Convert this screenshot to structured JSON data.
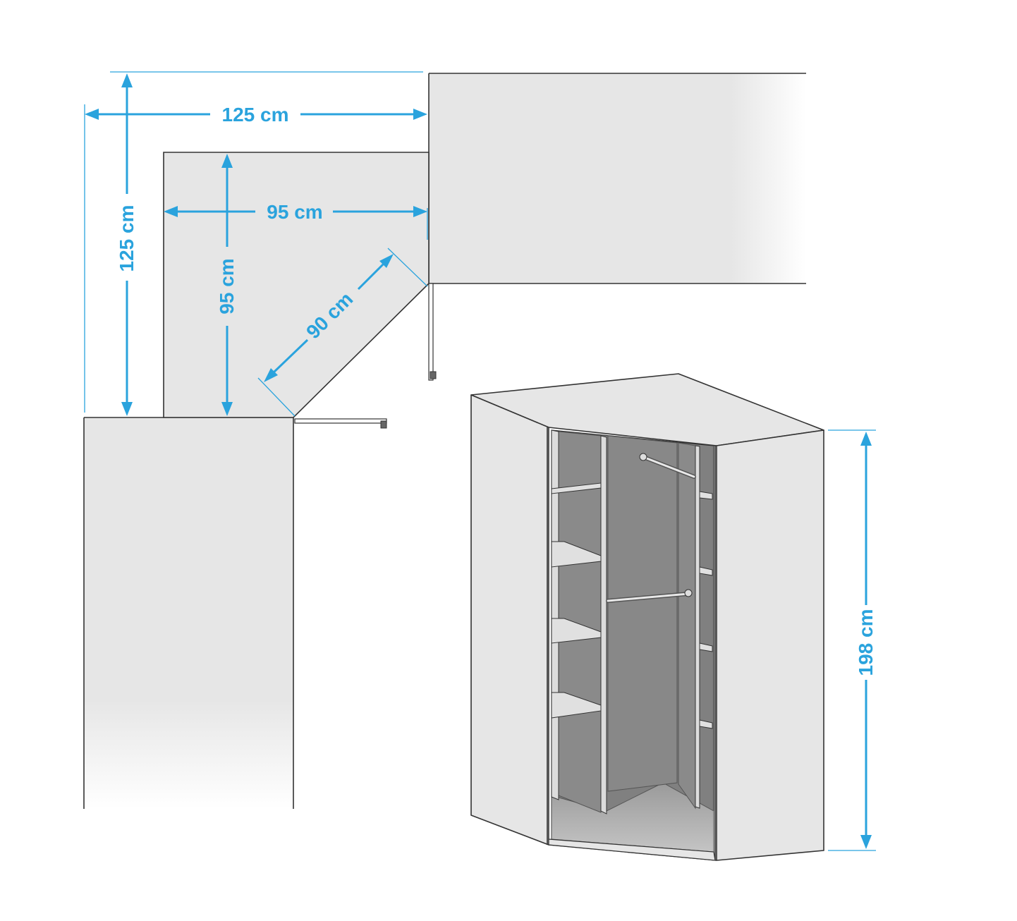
{
  "colors": {
    "dimension": "#2aa3dd",
    "panel_fill": "#e6e6e6",
    "interior_fill": "#808080",
    "outline": "#333333"
  },
  "dimensions": {
    "outer_width": "125 cm",
    "outer_depth": "125 cm",
    "inner_width": "95 cm",
    "inner_depth": "95 cm",
    "door_width": "90 cm",
    "height": "198 cm"
  }
}
